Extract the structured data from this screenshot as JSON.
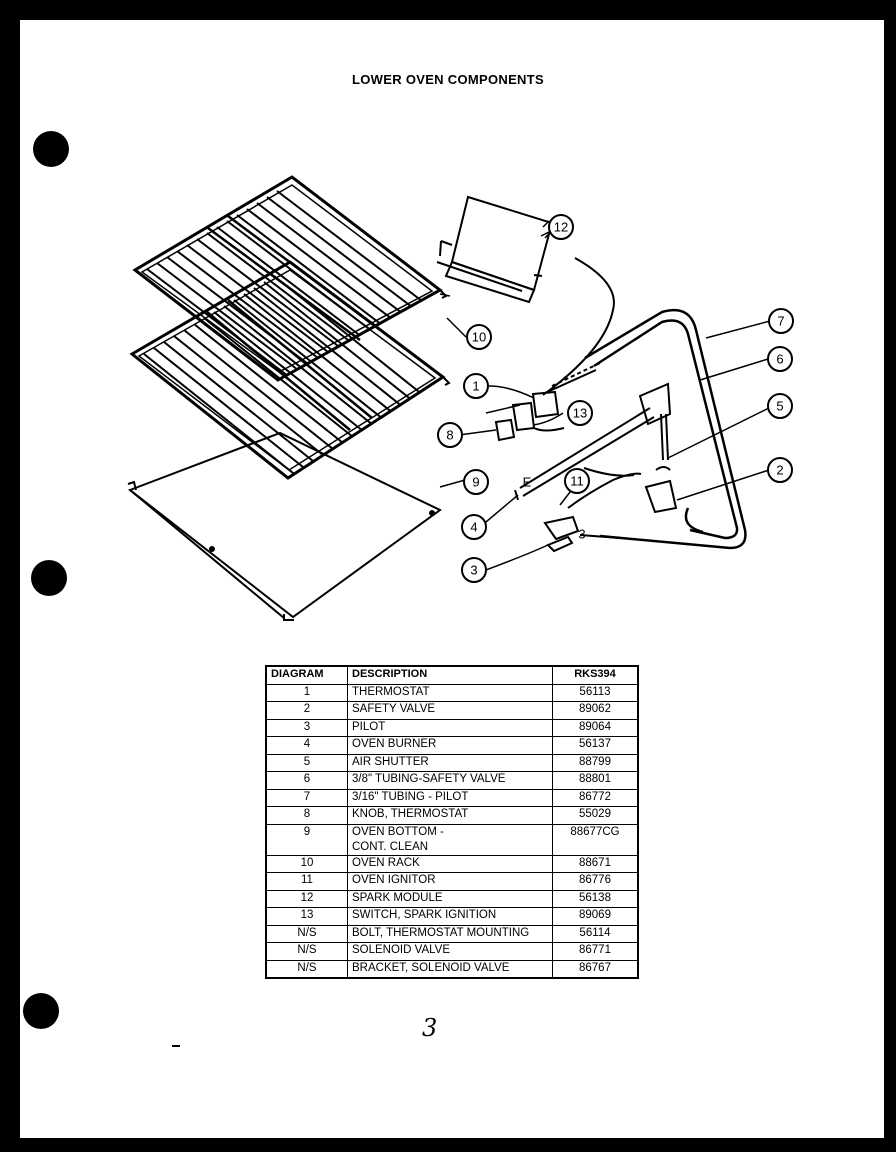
{
  "page": {
    "title": "LOWER OVEN COMPONENTS",
    "page_number": "3"
  },
  "callouts": [
    "1",
    "2",
    "3",
    "4",
    "5",
    "6",
    "7",
    "8",
    "9",
    "10",
    "11",
    "12",
    "13"
  ],
  "diagram_marks": {
    "burner_mark": "E",
    "pilot_mark": "3"
  },
  "table": {
    "headers": {
      "diagram": "DIAGRAM",
      "description": "DESCRIPTION",
      "part": "RKS394"
    },
    "rows": [
      {
        "diagram": "1",
        "description": "THERMOSTAT",
        "part": "56113"
      },
      {
        "diagram": "2",
        "description": "SAFETY VALVE",
        "part": "89062"
      },
      {
        "diagram": "3",
        "description": "PILOT",
        "part": "89064"
      },
      {
        "diagram": "4",
        "description": "OVEN BURNER",
        "part": "56137"
      },
      {
        "diagram": "5",
        "description": "AIR SHUTTER",
        "part": "88799"
      },
      {
        "diagram": "6",
        "description": "3/8\" TUBING-SAFETY VALVE",
        "part": "88801"
      },
      {
        "diagram": "7",
        "description": "3/16\" TUBING - PILOT",
        "part": "86772"
      },
      {
        "diagram": "8",
        "description": "KNOB, THERMOSTAT",
        "part": "55029"
      },
      {
        "diagram": "9",
        "description": "OVEN BOTTOM -\nCONT. CLEAN",
        "part": "88677CG"
      },
      {
        "diagram": "10",
        "description": "OVEN RACK",
        "part": "88671"
      },
      {
        "diagram": "11",
        "description": "OVEN IGNITOR",
        "part": "86776"
      },
      {
        "diagram": "12",
        "description": "SPARK MODULE",
        "part": "56138"
      },
      {
        "diagram": "13",
        "description": "SWITCH, SPARK IGNITION",
        "part": "89069"
      },
      {
        "diagram": "N/S",
        "description": "BOLT, THERMOSTAT MOUNTING",
        "part": "56114"
      },
      {
        "diagram": "N/S",
        "description": "SOLENOID VALVE",
        "part": "86771"
      },
      {
        "diagram": "N/S",
        "description": "BRACKET, SOLENOID VALVE",
        "part": "86767"
      }
    ]
  }
}
